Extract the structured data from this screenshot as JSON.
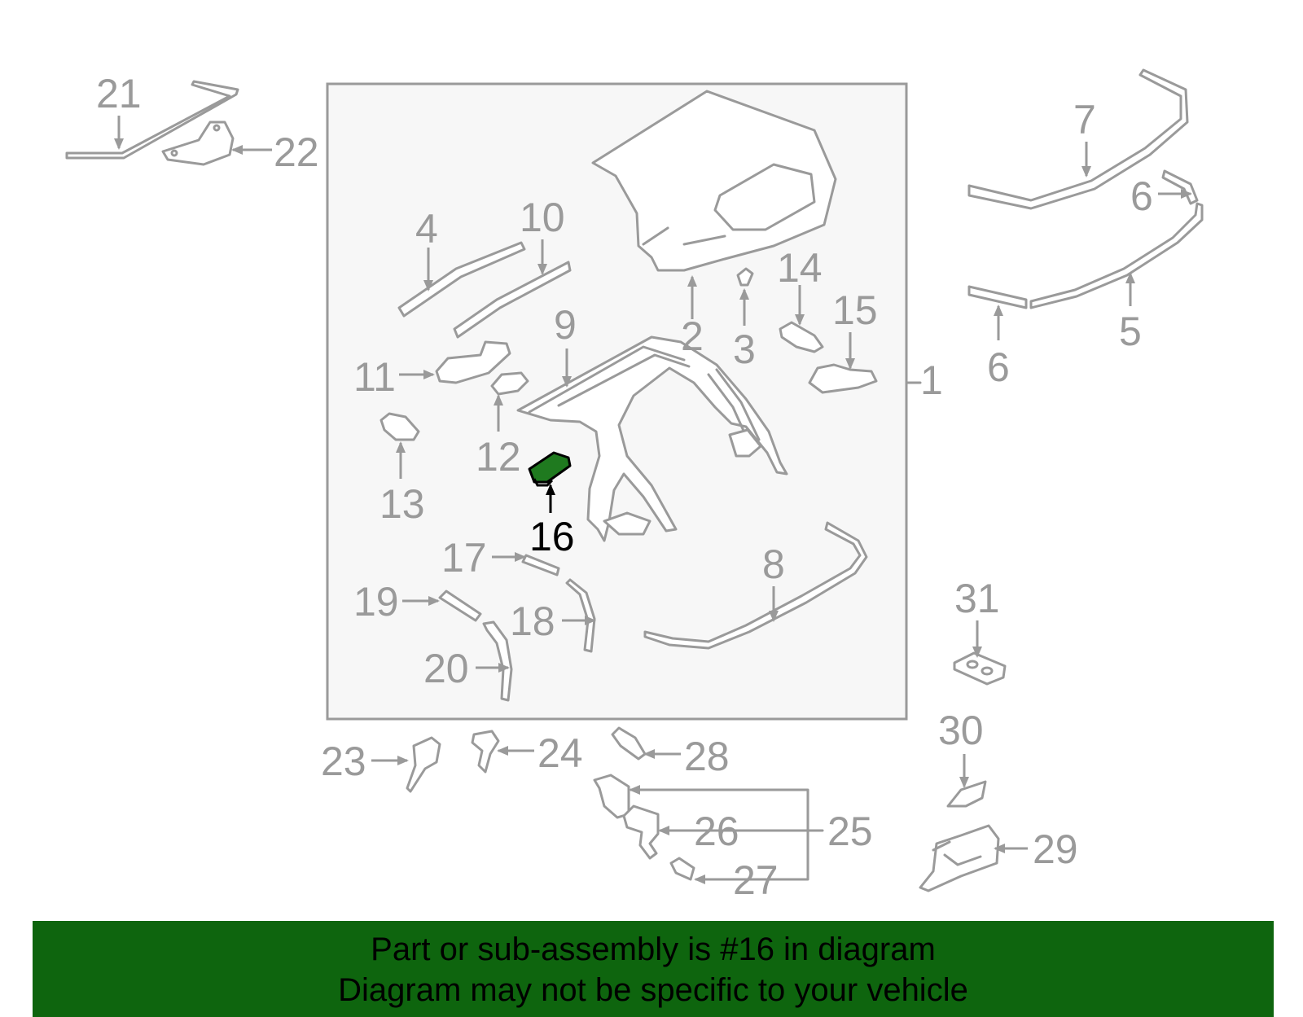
{
  "diagram": {
    "highlight_part": "16",
    "highlight_color": "#1f7a1f",
    "line_color": "#9a9a9a",
    "panel_color": "#f7f7f7",
    "labels": {
      "p1": "1",
      "p2": "2",
      "p3": "3",
      "p4": "4",
      "p5": "5",
      "p6a": "6",
      "p6b": "6",
      "p7": "7",
      "p8": "8",
      "p9": "9",
      "p10": "10",
      "p11": "11",
      "p12": "12",
      "p13": "13",
      "p14": "14",
      "p15": "15",
      "p16": "16",
      "p17": "17",
      "p18": "18",
      "p19": "19",
      "p20": "20",
      "p21": "21",
      "p22": "22",
      "p23": "23",
      "p24": "24",
      "p25": "25",
      "p26": "26",
      "p27": "27",
      "p28": "28",
      "p29": "29",
      "p30": "30",
      "p31": "31"
    }
  },
  "banner": {
    "line1": "Part or sub-assembly is #16 in diagram",
    "line2": "Diagram may not be specific to your vehicle",
    "background": "#0e650e"
  }
}
